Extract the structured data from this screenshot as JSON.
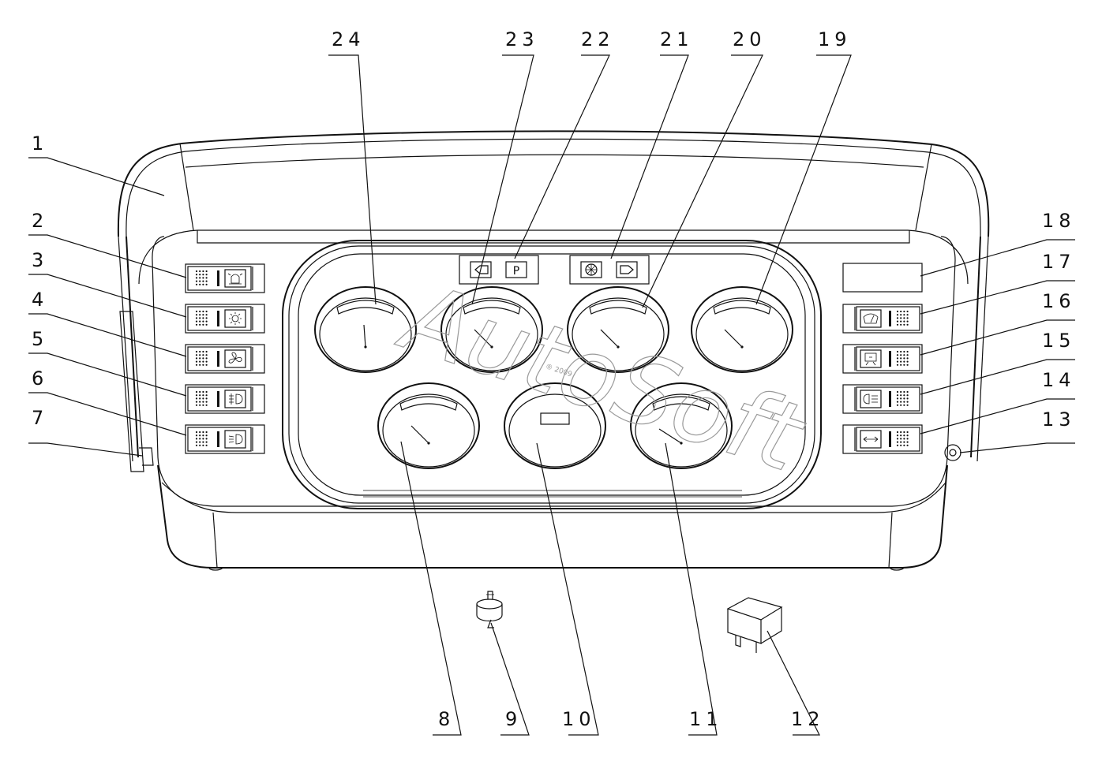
{
  "diagram": {
    "watermark": "AutoSoft",
    "watermark_small": "® 2009",
    "callouts": [
      {
        "id": "c1",
        "label": "1"
      },
      {
        "id": "c2",
        "label": "2"
      },
      {
        "id": "c3",
        "label": "3"
      },
      {
        "id": "c4",
        "label": "4"
      },
      {
        "id": "c5",
        "label": "5"
      },
      {
        "id": "c6",
        "label": "6"
      },
      {
        "id": "c7",
        "label": "7"
      },
      {
        "id": "c8",
        "label": "8"
      },
      {
        "id": "c9",
        "label": "9"
      },
      {
        "id": "c10",
        "label": "10"
      },
      {
        "id": "c11",
        "label": "11"
      },
      {
        "id": "c12",
        "label": "12"
      },
      {
        "id": "c13",
        "label": "13"
      },
      {
        "id": "c14",
        "label": "14"
      },
      {
        "id": "c15",
        "label": "15"
      },
      {
        "id": "c16",
        "label": "16"
      },
      {
        "id": "c17",
        "label": "17"
      },
      {
        "id": "c18",
        "label": "18"
      },
      {
        "id": "c19",
        "label": "19"
      },
      {
        "id": "c20",
        "label": "20"
      },
      {
        "id": "c21",
        "label": "21"
      },
      {
        "id": "c22",
        "label": "22"
      },
      {
        "id": "c23",
        "label": "23"
      },
      {
        "id": "c24",
        "label": "24"
      }
    ],
    "indicators": {
      "parking": "P"
    },
    "line_color": "#111111",
    "watermark_color": "#9a9a9a"
  }
}
